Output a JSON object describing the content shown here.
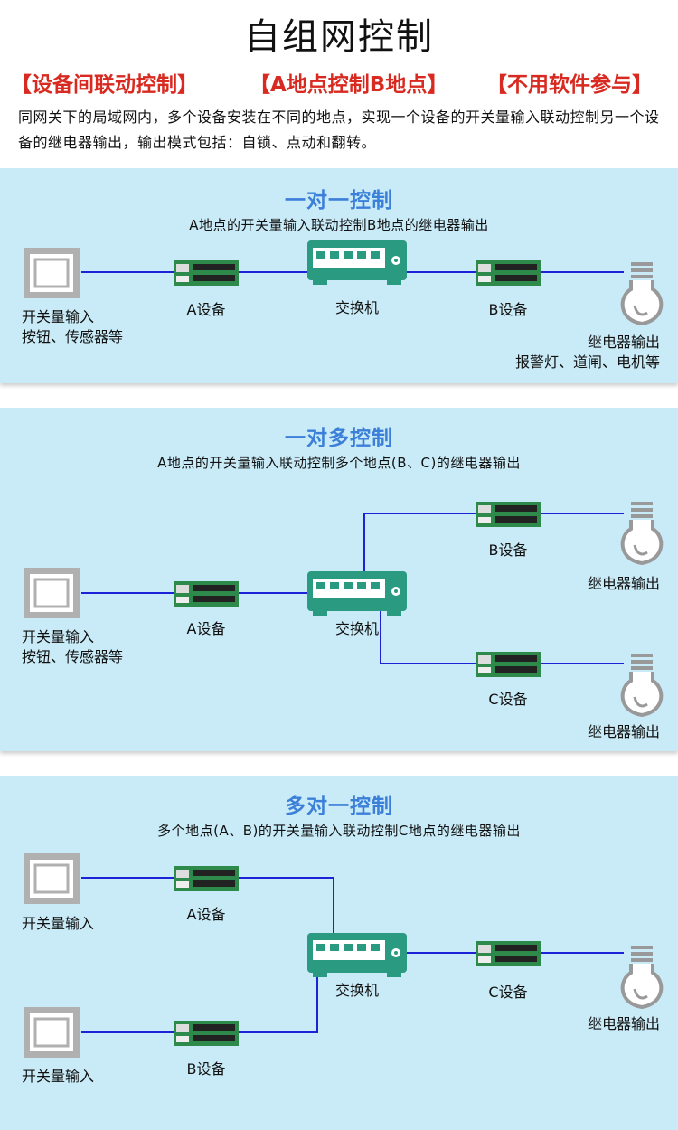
{
  "header": {
    "title": "自组网控制",
    "tags": [
      "【设备间联动控制】",
      "【A地点控制B地点】",
      "【不用软件参与】"
    ],
    "intro": "同网关下的局域网内，多个设备安装在不同的地点，实现一个设备的开关量输入联动控制另一个设备的继电器输出，输出模式包括：自锁、点动和翻转。"
  },
  "colors": {
    "title_blue": "#3b7fd8",
    "tag_red": "#d82a20",
    "panel_bg": "#c9ebf7",
    "line_blue": "#1c22d8",
    "switch_green": "#2a9a80",
    "board_green": "#2e8a4a",
    "device_gray": "#999999"
  },
  "one_to_one": {
    "title": "一对一控制",
    "subtitle": "A地点的开关量输入联动控制B地点的继电器输出",
    "input_label_1": "开关量输入",
    "input_label_2": "按钮、传感器等",
    "device_a": "A设备",
    "switch": "交换机",
    "device_b": "B设备",
    "output_label_1": "继电器输出",
    "output_label_2": "报警灯、道闸、电机等"
  },
  "one_to_many": {
    "title": "一对多控制",
    "subtitle": "A地点的开关量输入联动控制多个地点(B、C)的继电器输出",
    "input_label_1": "开关量输入",
    "input_label_2": "按钮、传感器等",
    "device_a": "A设备",
    "switch": "交换机",
    "device_b": "B设备",
    "device_c": "C设备",
    "output_b": "继电器输出",
    "output_c": "继电器输出"
  },
  "many_to_one": {
    "title": "多对一控制",
    "subtitle": "多个地点(A、B)的开关量输入联动控制C地点的继电器输出",
    "input_a": "开关量输入",
    "input_b": "开关量输入",
    "device_a": "A设备",
    "device_b": "B设备",
    "switch": "交换机",
    "device_c": "C设备",
    "output_c": "继电器输出"
  },
  "icons": [
    "wall-switch-icon",
    "relay-board-icon",
    "network-switch-icon",
    "light-bulb-icon"
  ]
}
